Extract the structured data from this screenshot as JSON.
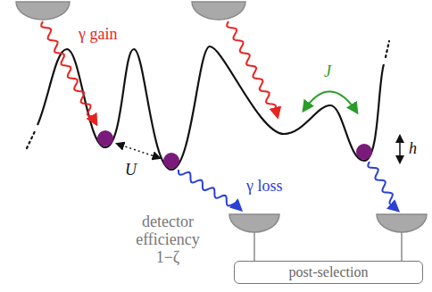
{
  "diagram": {
    "nodes": [
      {
        "text": [
          "post-selection"
        ]
      }
    ],
    "edges": [],
    "labels": [
      "γ gain",
      "J",
      "h",
      "U",
      "γ loss",
      "detector efficiency 1−ζ"
    ]
  }
}
